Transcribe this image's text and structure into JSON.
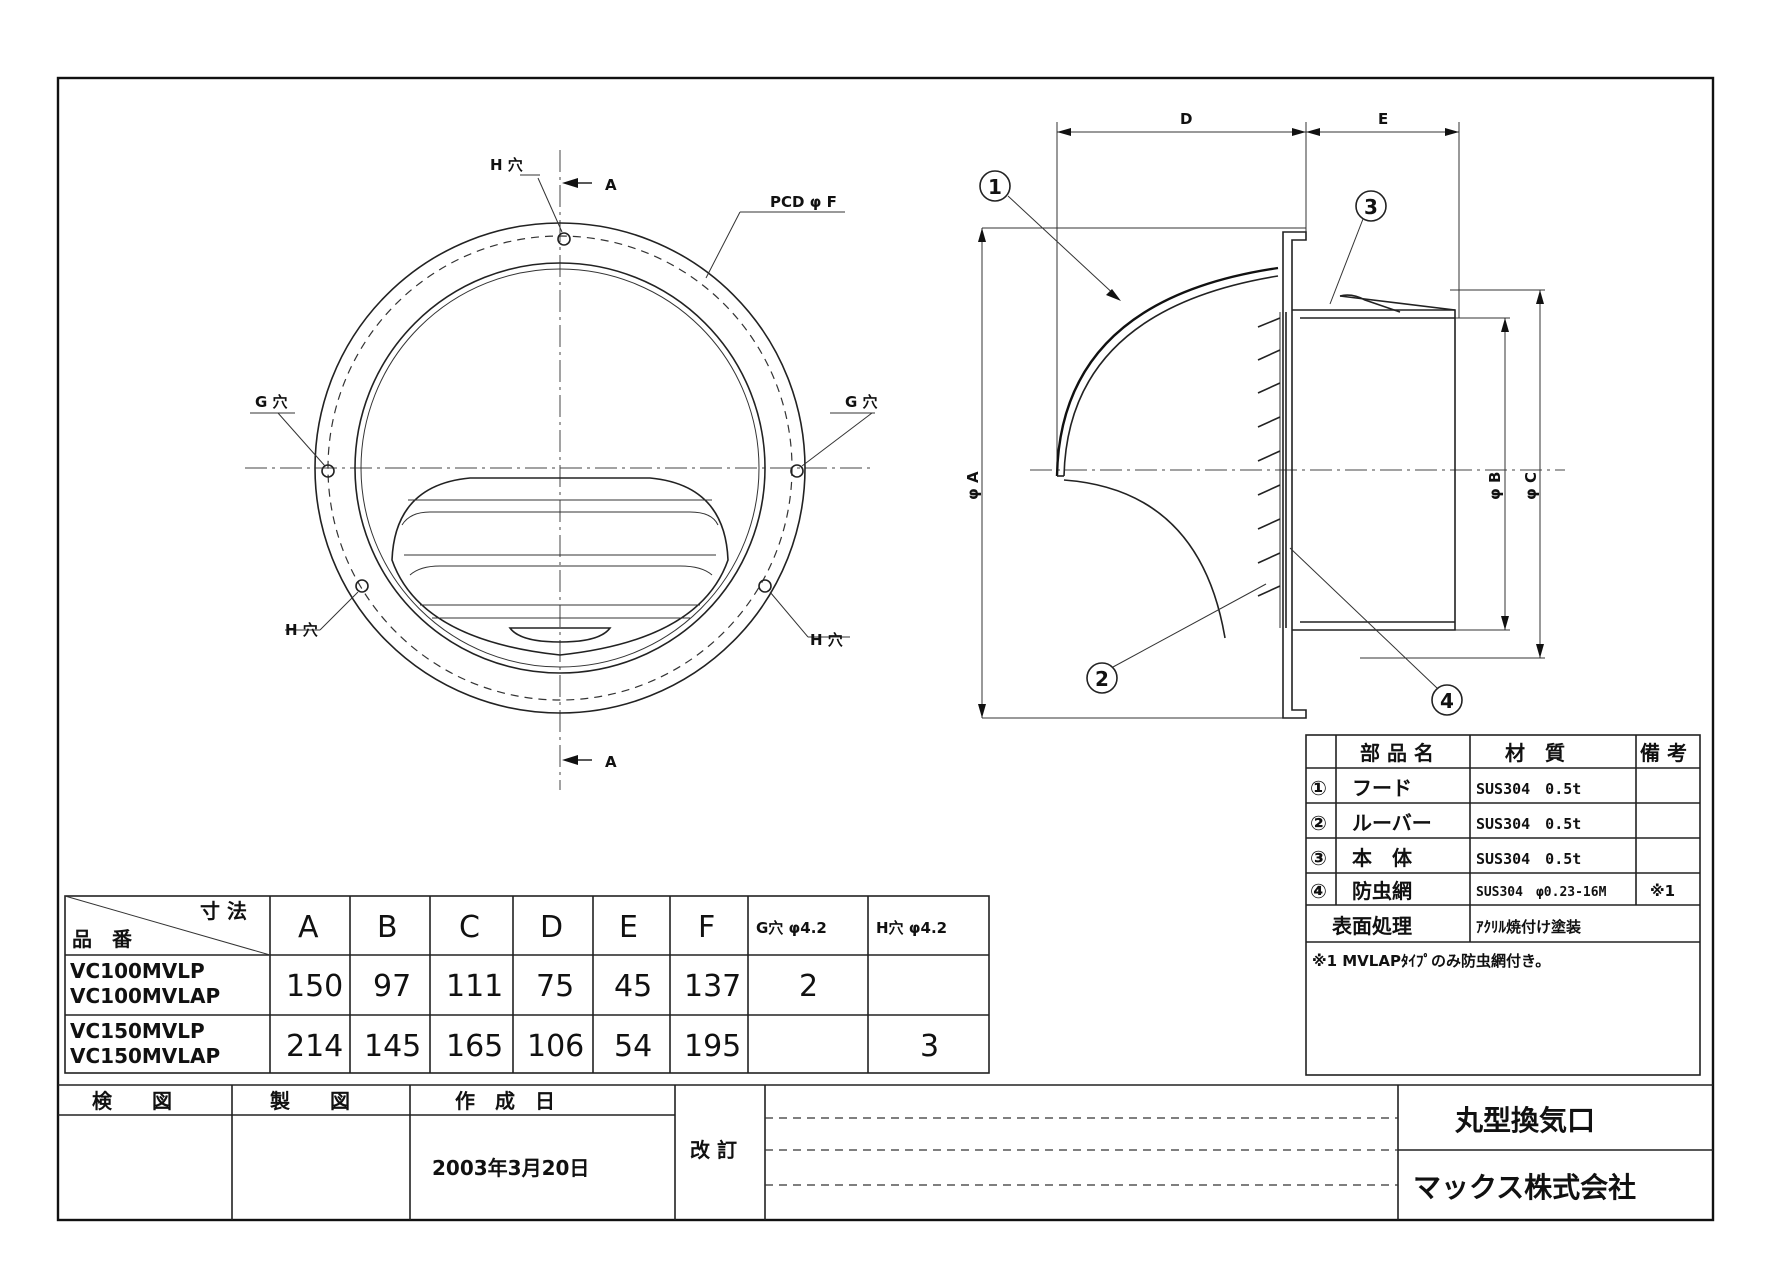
{
  "front_view": {
    "h_hole_top": "H 穴",
    "section_mark_top": "A",
    "pcd_label": "PCD φ F",
    "g_hole_left": "G 穴",
    "g_hole_right": "G 穴",
    "h_hole_left": "H 穴",
    "h_hole_right": "H 穴",
    "section_mark_bottom": "A"
  },
  "side_view": {
    "dim_d": "D",
    "dim_e": "E",
    "dim_phi_a": "φ A",
    "dim_phi_b": "φ B",
    "dim_phi_c": "φ C",
    "callout_1": "1",
    "callout_2": "2",
    "callout_3": "3",
    "callout_4": "4"
  },
  "parts_table": {
    "headers": [
      "部 品 名",
      "材　質",
      "備 考"
    ],
    "rows": [
      {
        "no": "①",
        "name": "フード",
        "material": "SUS304　0.5t",
        "note": ""
      },
      {
        "no": "②",
        "name": "ルーバー",
        "material": "SUS304　0.5t",
        "note": ""
      },
      {
        "no": "③",
        "name": "本　体",
        "material": "SUS304　0.5t",
        "note": ""
      },
      {
        "no": "④",
        "name": "防虫網",
        "material": "SUS304　φ0.23-16M",
        "note": "※1"
      }
    ],
    "surface_label": "表面処理",
    "surface_value": "ｱｸﾘﾙ焼付け塗装",
    "footnote": "※1 MVLAPﾀｲﾌﾟのみ防虫網付き。"
  },
  "dim_table": {
    "corner_top": "寸 法",
    "corner_bottom": "品　番",
    "columns": [
      "A",
      "B",
      "C",
      "D",
      "E",
      "F",
      "G穴 φ4.2",
      "H穴 φ4.2"
    ],
    "rows": [
      {
        "model_1": "VC100MVLP",
        "model_2": "VC100MVLAP",
        "values": [
          "150",
          "97",
          "111",
          "75",
          "45",
          "137",
          "2",
          ""
        ]
      },
      {
        "model_1": "VC150MVLP",
        "model_2": "VC150MVLAP",
        "values": [
          "214",
          "145",
          "165",
          "106",
          "54",
          "195",
          "",
          "3"
        ]
      }
    ]
  },
  "title_block": {
    "check_label": "検　　図",
    "drawn_label": "製　　図",
    "date_label": "作　成　日",
    "date_value": "2003年3月20日",
    "revision_label": "改 訂",
    "product_title": "丸型換気口",
    "company": "マックス株式会社"
  }
}
